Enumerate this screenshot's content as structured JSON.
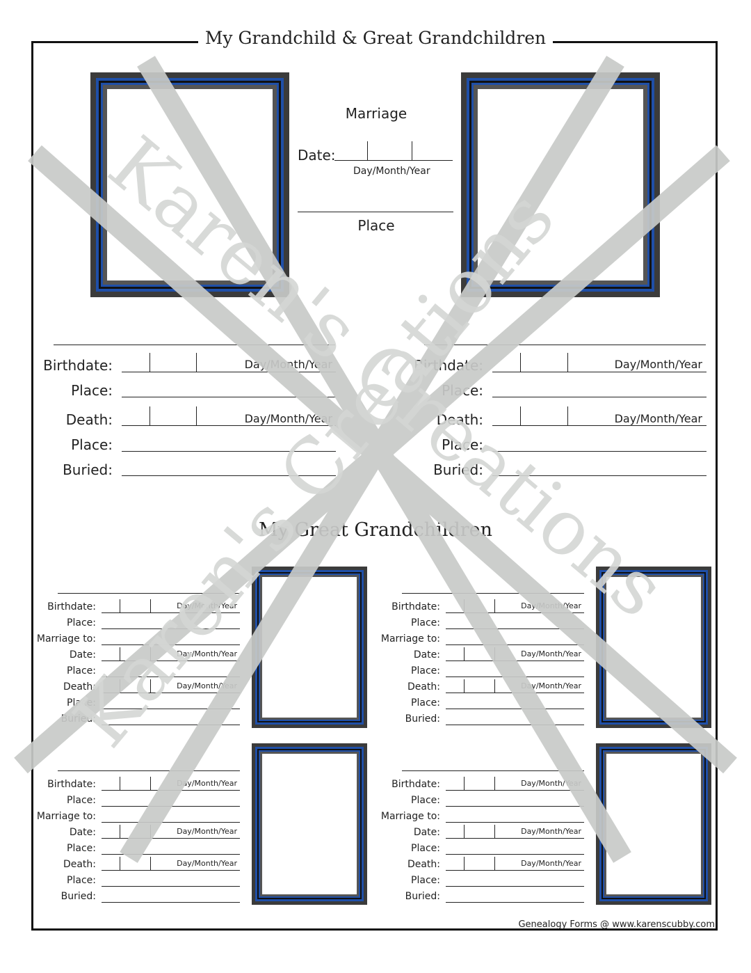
{
  "title": "My Grandchild & Great Grandchildren",
  "subtitle": "My Great Grandchildren",
  "marriage": {
    "heading": "Marriage",
    "date_label": "Date:",
    "date_format": "Day/Month/Year",
    "place_label": "Place"
  },
  "person_fields": {
    "birthdate": "Birthdate:",
    "place": "Place:",
    "death": "Death:",
    "buried": "Buried:",
    "marriage_to": "Marriage to:",
    "date": "Date:",
    "date_format": "Day/Month/Year"
  },
  "footer": "Genealogy Forms @ www.karenscubby.com",
  "watermark": "Karen's Creations",
  "colors": {
    "frame_blue": "#1f4fa8",
    "frame_dark": "#3b3b3b",
    "watermark": "#c8cac8"
  }
}
